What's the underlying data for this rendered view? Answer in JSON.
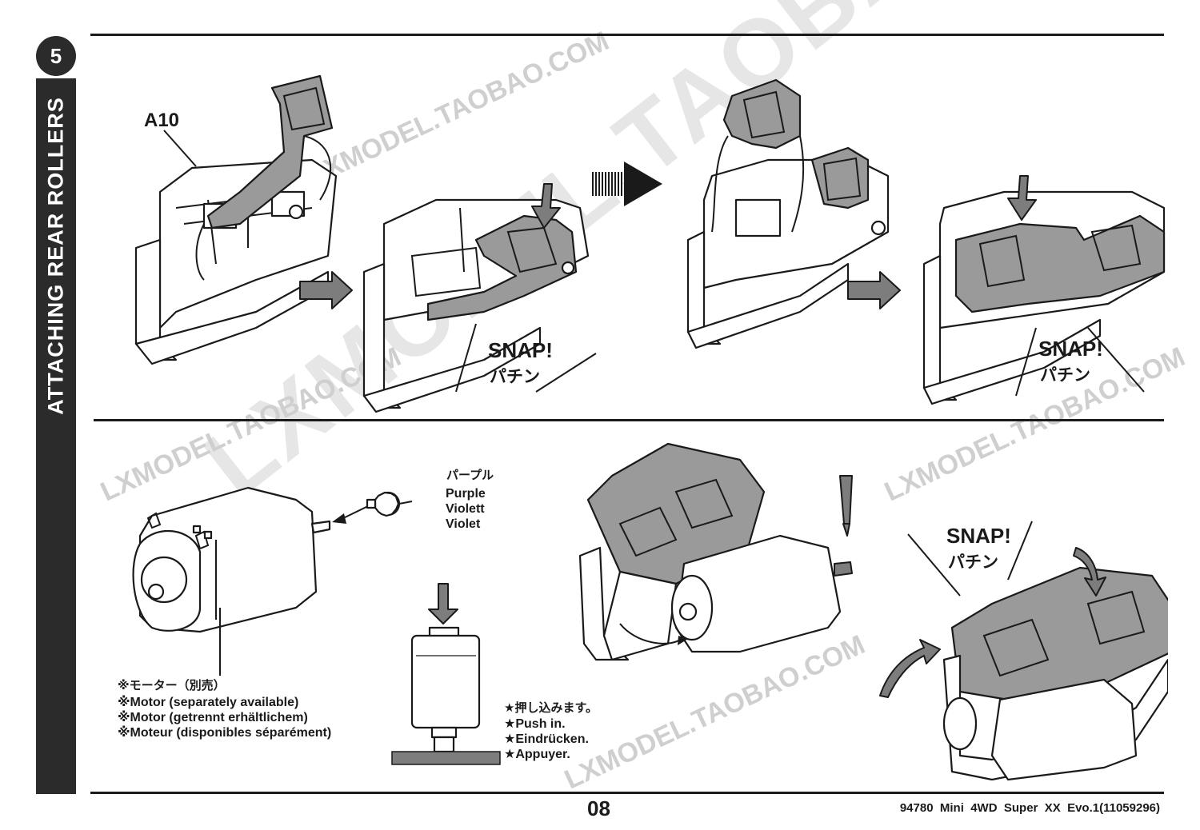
{
  "step": {
    "number": "5",
    "title": "ATTACHING REAR ROLLERS"
  },
  "top_panel": {
    "part_label": "A10",
    "snap_1": {
      "en": "SNAP!",
      "jp": "パチン"
    },
    "snap_2": {
      "en": "SNAP!",
      "jp": "パチン"
    }
  },
  "bottom_panel": {
    "pinion_color": {
      "jp": "パープル",
      "en": "Purple",
      "de": "Violett",
      "fr": "Violet"
    },
    "motor_note": {
      "jp": "※モーター（別売）",
      "en": "※Motor (separately available)",
      "de": "※Motor (getrennt erhältlichem)",
      "fr": "※Moteur (disponibles séparément)"
    },
    "push_note": {
      "jp": "★押し込みます。",
      "en": "★Push in.",
      "de": "★Eindrücken.",
      "fr": "★Appuyer."
    },
    "snap_3": {
      "en": "SNAP!",
      "jp": "パチン"
    }
  },
  "footer": {
    "page_number": "08",
    "product": "94780  Mini  4WD  Super  XX  Evo.1(11059296)"
  },
  "watermarks": [
    "LXMODEL.TAOBAO.COM",
    "LXMODEL.TAOBAO.COM",
    "LXMODEL.TAOBAO.COM",
    "LXMODEL.TAOBAO.COM",
    "LXMODEL.TAOBAO.COM"
  ],
  "colors": {
    "ink": "#1a1a1a",
    "bar": "#2b2b2b",
    "part_gray": "#9a9a9a",
    "watermark": "#cfcfcf"
  }
}
